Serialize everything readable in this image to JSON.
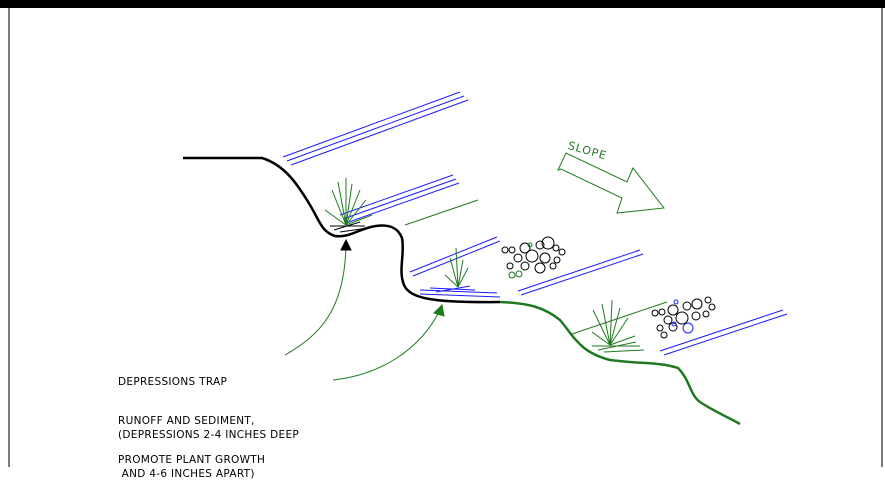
{
  "diagram": {
    "slope_label": "SLOPE",
    "note_lines": [
      "DEPRESSIONS TRAP",
      "RUNOFF AND SEDIMENT,",
      "PROMOTE PLANT GROWTH"
    ],
    "detail_lines": [
      "(DEPRESSIONS 2-4 INCHES DEEP",
      " AND 4-6 INCHES APART)"
    ]
  },
  "colors": {
    "ground_black": "#000000",
    "ground_green": "#1f7a1f",
    "hatch_blue": "#1a1aff",
    "frame_gray": "#7a7a7a"
  }
}
